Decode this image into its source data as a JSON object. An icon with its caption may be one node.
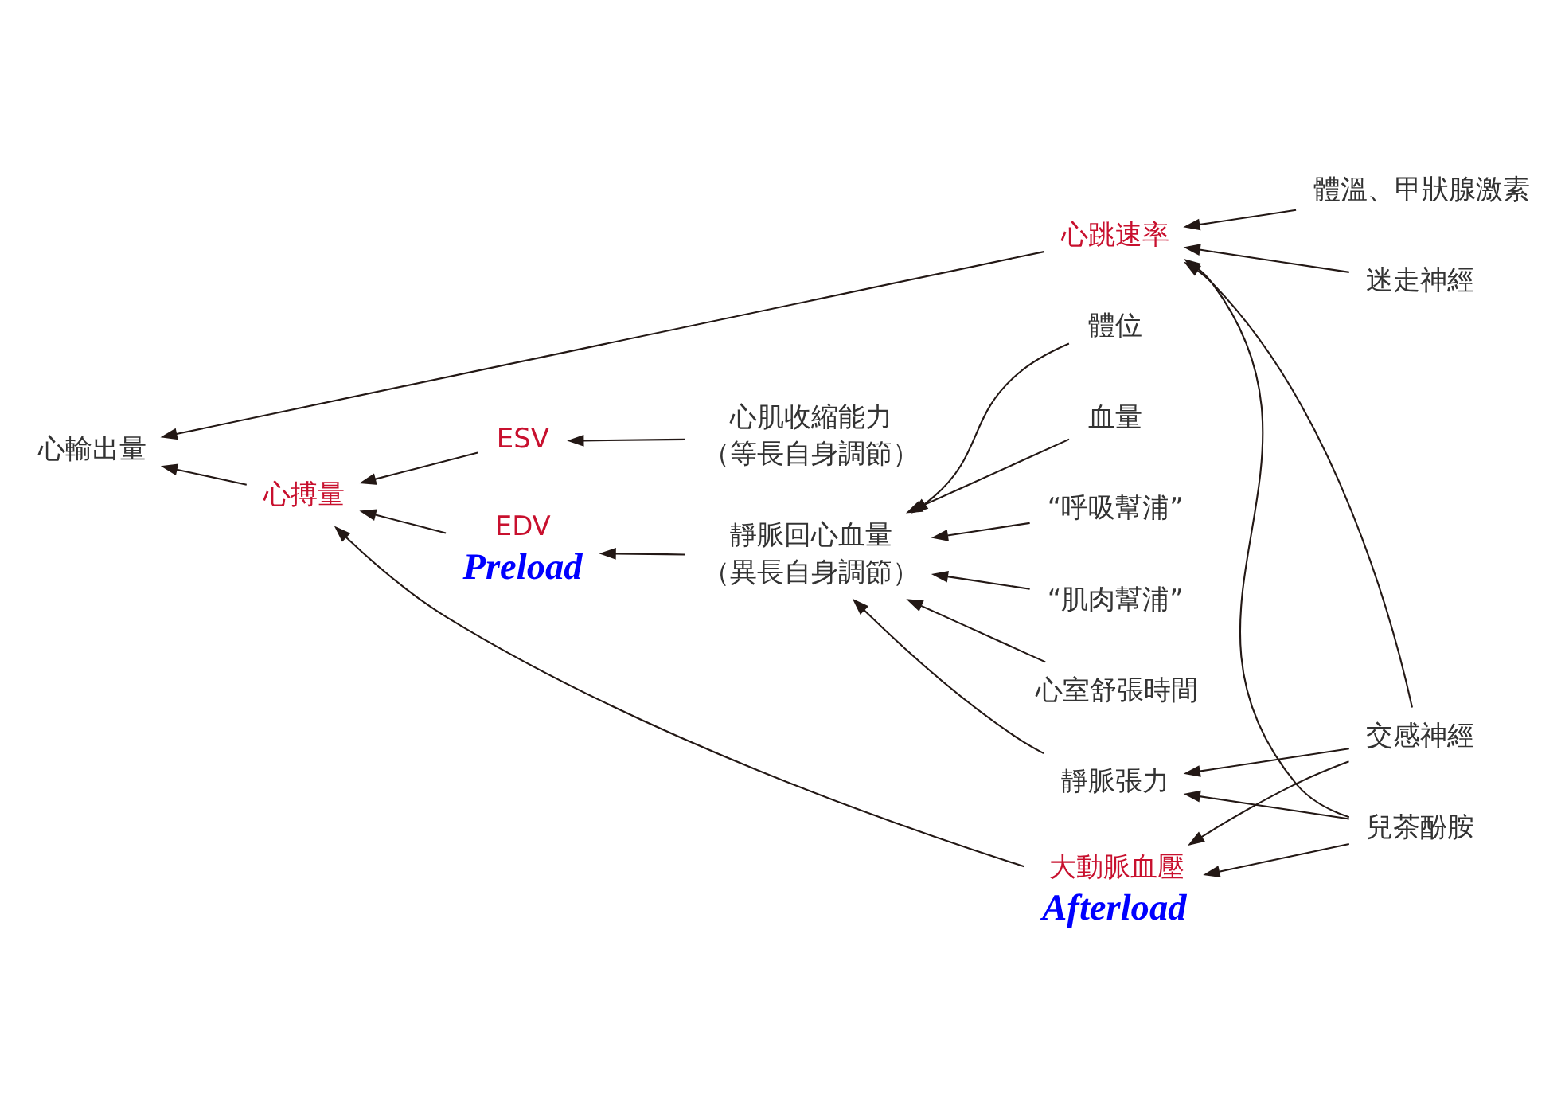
{
  "diagram": {
    "nodes": [
      {
        "text": [
          "心輸出量"
        ]
      },
      {
        "text": [
          "心跳速率"
        ]
      },
      {
        "text": [
          "心搏量"
        ]
      },
      {
        "text": [
          "體溫、甲狀腺激素"
        ]
      },
      {
        "text": [
          "迷走神經"
        ]
      },
      {
        "text": [
          "交感神經"
        ]
      },
      {
        "text": [
          "兒茶酚胺"
        ]
      },
      {
        "text": [
          "ESV"
        ]
      },
      {
        "text": [
          "心肌收縮能力",
          "（等長自身調節）"
        ]
      },
      {
        "text": [
          "EDV"
        ],
        "beside": [
          "Preload"
        ]
      },
      {
        "text": [
          "靜脈回心血量",
          "（異長自身調節）"
        ]
      },
      {
        "text": [
          "大動脈血壓"
        ],
        "beside": [
          "Afterload"
        ]
      },
      {
        "text": [
          "靜脈張力"
        ]
      },
      {
        "text": [
          "體位"
        ]
      },
      {
        "text": [
          "血量"
        ]
      },
      {
        "text": [
          "“呼吸幫浦”"
        ]
      },
      {
        "text": [
          "“肌肉幫浦”"
        ]
      },
      {
        "text": [
          "心室舒張時間"
        ]
      }
    ],
    "edges": [
      {
        "from": 1,
        "to": 0,
        "arrow": "to"
      },
      {
        "from": 2,
        "to": 0,
        "arrow": "to"
      },
      {
        "from": 3,
        "to": 1,
        "arrow": "to"
      },
      {
        "from": 4,
        "to": 1,
        "arrow": "to"
      },
      {
        "from": 5,
        "to": 1,
        "arrow": "to"
      },
      {
        "from": 6,
        "to": 1,
        "arrow": "to"
      },
      {
        "from": 7,
        "to": 2,
        "arrow": "to"
      },
      {
        "from": 9,
        "to": 2,
        "arrow": "to"
      },
      {
        "from": 11,
        "to": 2,
        "arrow": "to"
      },
      {
        "from": 8,
        "to": 7,
        "arrow": "to"
      },
      {
        "from": 10,
        "to": 9,
        "arrow": "to"
      },
      {
        "from": 12,
        "to": 10,
        "arrow": "to"
      },
      {
        "from": 13,
        "to": 10,
        "arrow": "to"
      },
      {
        "from": 14,
        "to": 10,
        "arrow": "to"
      },
      {
        "from": 15,
        "to": 10,
        "arrow": "to"
      },
      {
        "from": 16,
        "to": 10,
        "arrow": "to"
      },
      {
        "from": 17,
        "to": 10,
        "arrow": "to"
      },
      {
        "from": 5,
        "to": 12,
        "arrow": "to"
      },
      {
        "from": 6,
        "to": 12,
        "arrow": "to"
      },
      {
        "from": 5,
        "to": 11,
        "arrow": "to"
      },
      {
        "from": 6,
        "to": 11,
        "arrow": "to"
      }
    ]
  }
}
